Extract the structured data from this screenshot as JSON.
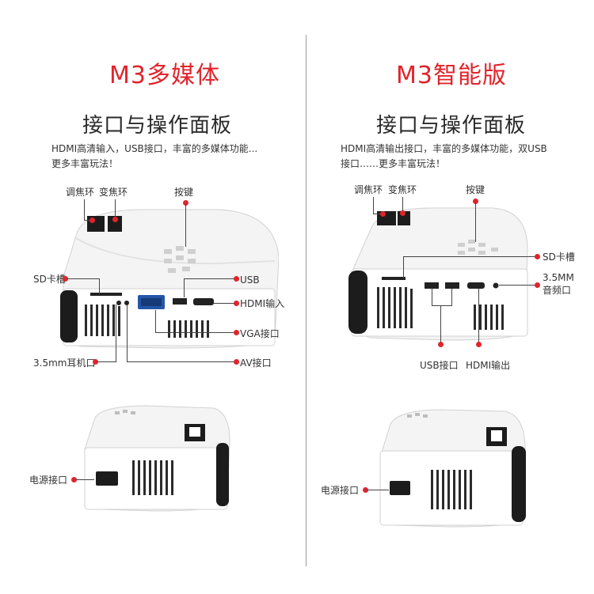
{
  "left": {
    "variant_title": "M3多媒体",
    "section_title": "接口与操作面板",
    "desc_line1": "HDMI高清输入，USB接口，丰富的多媒体功能...",
    "desc_line2": "更多丰富玩法！",
    "labels": {
      "focus_ring": "调焦环",
      "zoom_ring": "变焦环",
      "buttons": "按键",
      "sd_slot": "SD卡槽",
      "usb": "USB",
      "hdmi_in": "HDMI输入",
      "vga": "VGA接口",
      "av": "AV接口",
      "headphone": "3.5mm耳机口",
      "power": "电源接口"
    }
  },
  "right": {
    "variant_title": "M3智能版",
    "section_title": "接口与操作面板",
    "desc_line1": "HDMI高清输出接口，丰富的多媒体功能，双USB",
    "desc_line2": "接口……更多丰富玩法！",
    "labels": {
      "focus_ring": "调焦环",
      "zoom_ring": "变焦环",
      "buttons": "按键",
      "sd_slot": "SD卡槽",
      "audio_line1": "3.5MM",
      "audio_line2": "音频口",
      "usb": "USB接口",
      "hdmi_out": "HDMI输出",
      "power": "电源接口"
    }
  },
  "colors": {
    "accent": "#e0242c",
    "title": "#2a2a2a",
    "divider": "#9a9a9a"
  }
}
